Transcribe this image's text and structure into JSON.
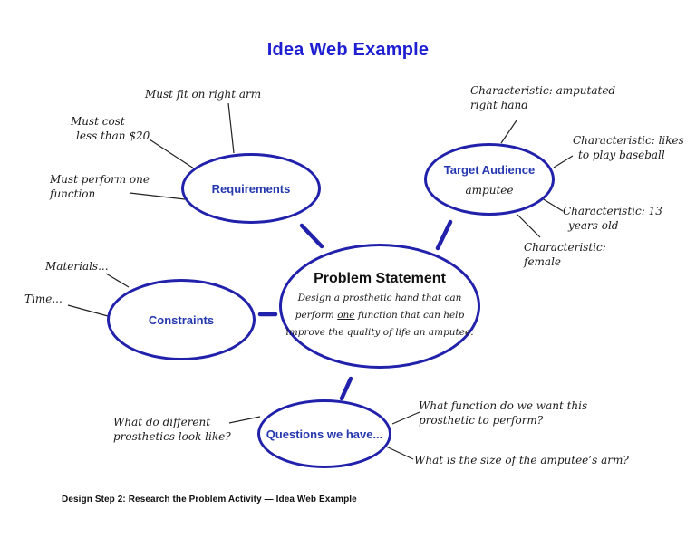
{
  "title": "Idea Web Example",
  "footer": "Design Step 2: Research the Problem Activity — Idea Web Example",
  "colors": {
    "ellipse_stroke": "#2121ac",
    "title_blue": "#1e1ed2",
    "node_label_blue": "#2638ae",
    "annotation_black": "#1a1a1a",
    "connector_blue": "#2121ac",
    "thin_line_black": "#222222"
  },
  "nodes": {
    "problem": {
      "label": "Problem Statement",
      "text_line1": "Design a prosthetic hand that can",
      "text_line2_pre": "perform ",
      "text_line2_underlined": "one",
      "text_line2_post": " function that can help",
      "text_line3": "improve the quality of life an amputee."
    },
    "requirements": {
      "label": "Requirements"
    },
    "target_audience": {
      "label": "Target Audience",
      "sublabel": "amputee"
    },
    "constraints": {
      "label": "Constraints"
    },
    "questions": {
      "label": "Questions we have..."
    }
  },
  "annotations": {
    "must_fit": {
      "lines": [
        "Must fit on right arm"
      ]
    },
    "must_cost": {
      "lines": [
        "Must cost",
        "less than $20"
      ]
    },
    "must_perform": {
      "lines": [
        "Must perform one",
        "function"
      ]
    },
    "char_amputated": {
      "lines": [
        "Characteristic: amputated",
        "right hand"
      ]
    },
    "char_baseball": {
      "lines": [
        "Characteristic: likes",
        "to play baseball"
      ]
    },
    "char_age": {
      "lines": [
        "Characteristic: 13",
        "years old"
      ]
    },
    "char_female": {
      "lines": [
        "Characteristic:",
        "female"
      ]
    },
    "materials": {
      "lines": [
        "Materials..."
      ]
    },
    "time": {
      "lines": [
        "Time..."
      ]
    },
    "what_do_prosthetics": {
      "lines": [
        "What do different",
        "prosthetics look like?"
      ]
    },
    "what_function": {
      "lines": [
        "What function do we want this",
        "prosthetic to perform?"
      ]
    },
    "what_size": {
      "lines": [
        "What is the size of the amputee’s arm?"
      ]
    }
  }
}
